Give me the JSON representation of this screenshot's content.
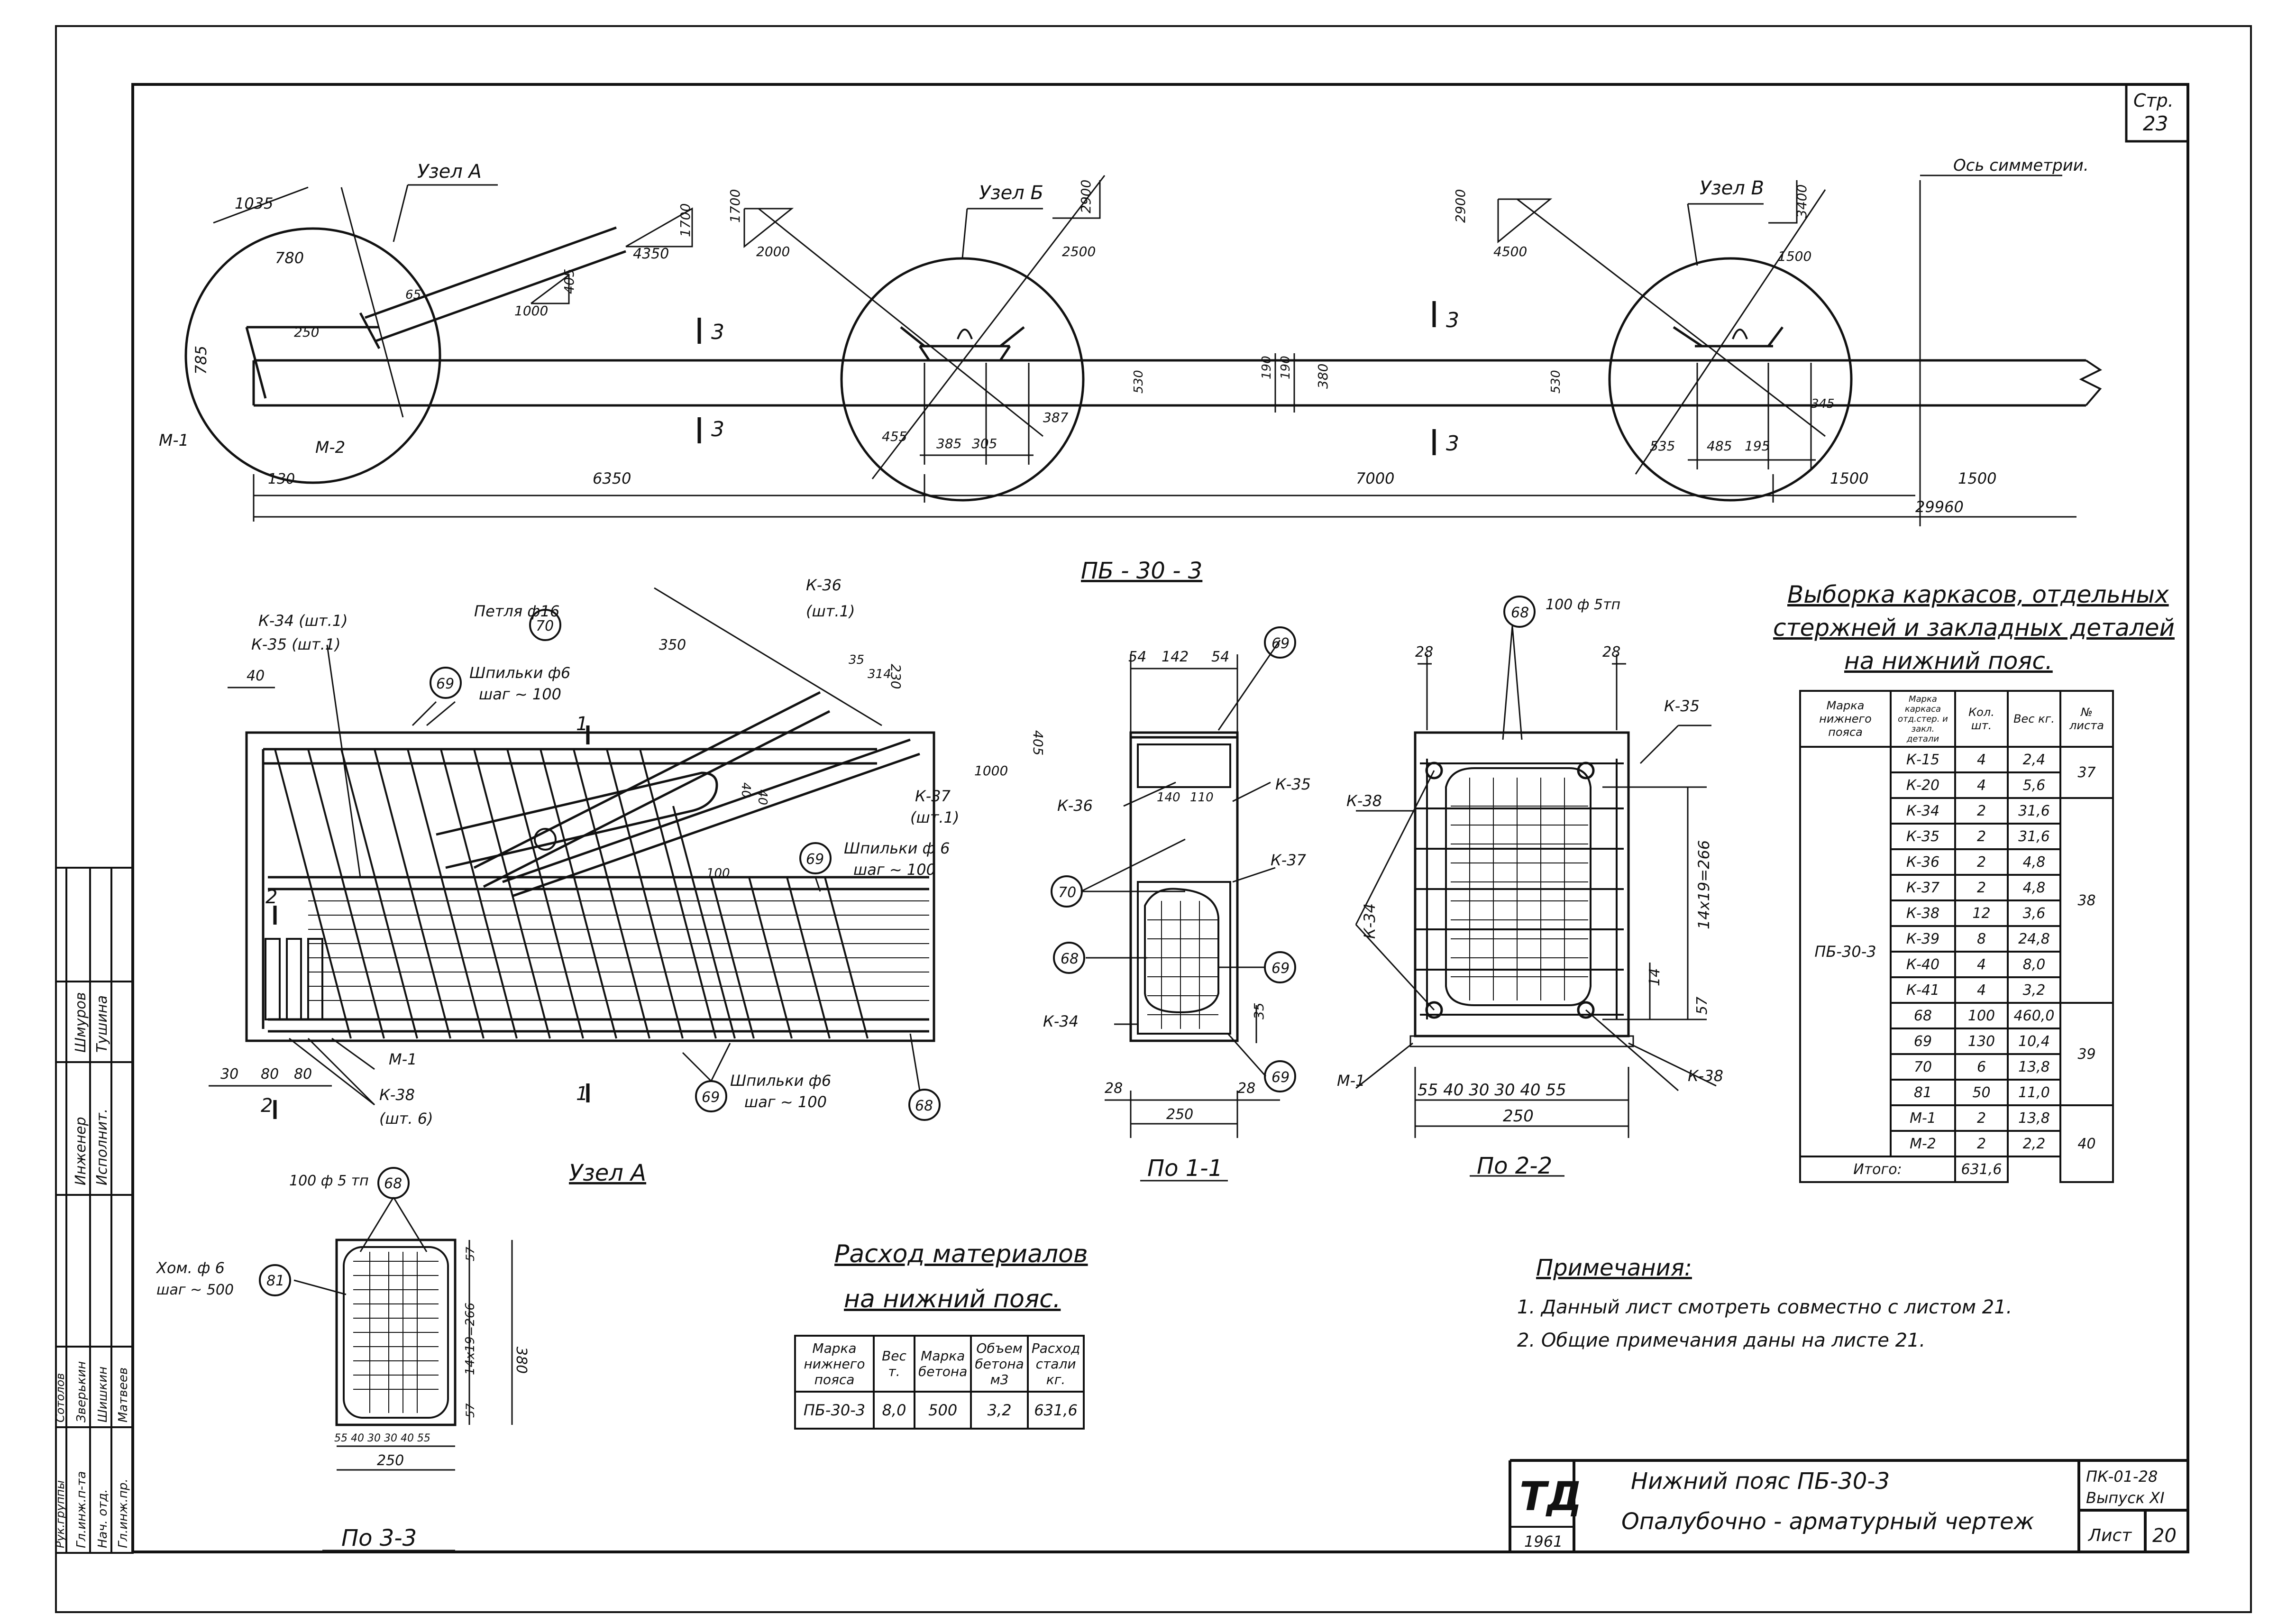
{
  "sheet": {
    "page_label": "Стр.",
    "page_number": "23",
    "title_line1": "Нижний пояс ПБ-30-3",
    "title_line2": "Опалубочно - арматурный чертеж",
    "code": "ПК-01-28",
    "issue": "Выпуск XI",
    "sheet_label": "Лист",
    "sheet_number": "20",
    "logo": "ТД",
    "year": "1961"
  },
  "stamp": {
    "rows": [
      {
        "role": "Инженер",
        "name": "Шмуров"
      },
      {
        "role": "Исполнит.",
        "name": "Тушина"
      },
      {
        "role": "Гл.инж.п-та",
        "name": "Зверькин"
      },
      {
        "role": "Нач. отд.",
        "name": "Шишкин"
      },
      {
        "role": "Гл.инж.пр.",
        "name": "Матвеев"
      },
      {
        "role": "Рук.группы",
        "name": "Сотолов"
      }
    ]
  },
  "elevation": {
    "node_a": "Узел А",
    "node_b": "Узел Б",
    "node_v": "Узел В",
    "axis_label": "Ось симметрии.",
    "section_mark": "3",
    "m1": "М-1",
    "m2": "М-2",
    "dims": {
      "d1035": "1035",
      "d780": "780",
      "d785": "785",
      "d250": "250",
      "d65": "65",
      "d1700a": "1700",
      "d4350": "4350",
      "d405": "405",
      "d1000": "1000",
      "d1700b": "1700",
      "d2000": "2000",
      "d2900a": "2900",
      "d2500": "2500",
      "d2900b": "2900",
      "d4500": "4500",
      "d3400": "3400",
      "d1500s": "1500",
      "d455": "455",
      "d385": "385",
      "d305": "305",
      "d387": "387",
      "d530a": "530",
      "d190a": "190",
      "d190b": "190",
      "d380": "380",
      "d530b": "530",
      "d535": "535",
      "d485": "485",
      "d195": "195",
      "d345": "345",
      "d130": "130",
      "d6350": "6350",
      "d7000": "7000",
      "d1500a": "1500",
      "d1500b": "1500",
      "d29960": "29960"
    }
  },
  "node_a_detail": {
    "title": "Узел А",
    "k34": "К-34 (шт.1)",
    "k35": "К-35 (шт.1)",
    "loop": "Петля ф16",
    "pins_top": "Шпильки ф6",
    "pins_top_step": "шаг ~ 100",
    "k36": "К-36",
    "k36_qty": "(шт.1)",
    "k37": "К-37",
    "k37_qty": "(шт.1)",
    "pins_mid": "Шпильки ф 6",
    "pins_mid_step": "шаг ~ 100",
    "pins_bot": "Шпильки ф6",
    "pins_bot_step": "шаг ~ 100",
    "m1": "М-1",
    "k38": "К-38",
    "k38_qty": "(шт. 6)",
    "c69a": "69",
    "c70": "70",
    "c69b": "69",
    "c69c": "69",
    "c68": "68",
    "d40": "40",
    "d350": "350",
    "d35": "35",
    "d314": "314",
    "d230": "230",
    "d405": "405",
    "d1000": "1000",
    "d40b": "40",
    "d40c": "40",
    "d100": "100",
    "d30": "30",
    "d80": "80",
    "d80b": "80",
    "sec1": "1",
    "sec2": "2"
  },
  "sec33": {
    "title": "По 3-3",
    "rebar": "100 ф 5 тп",
    "c68": "68",
    "clamp": "Хом. ф 6",
    "clamp_step": "шаг ~ 500",
    "c81": "81",
    "d57a": "57",
    "d266": "14x19=266",
    "d57b": "57",
    "d380": "380",
    "dims_bottom": "55 40 30 30 40 55",
    "d250": "250"
  },
  "sec11": {
    "header": "ПБ - 30 - 3",
    "title": "По 1-1",
    "d54a": "54",
    "d142": "142",
    "d54b": "54",
    "d140": "140",
    "d110": "110",
    "k36": "К-36",
    "k35": "К-35",
    "k37": "К-37",
    "k34": "К-34",
    "c69a": "69",
    "c70": "70",
    "c68": "68",
    "c69b": "69",
    "c69c": "69",
    "d35": "35",
    "d28a": "28",
    "d28b": "28",
    "d250": "250"
  },
  "sec22": {
    "title": "По 2-2",
    "rebar": "100 ф 5тп",
    "c68": "68",
    "k35": "К-35",
    "k38a": "К-38",
    "k34": "К-34",
    "m1": "М-1",
    "k38b": "К-38",
    "d28a": "28",
    "d28b": "28",
    "d266": "14x19=266",
    "d14": "14",
    "d57": "57",
    "dims_bottom": "55 40 30 30 40 55",
    "d250": "250"
  },
  "materials": {
    "title": "Расход материалов",
    "subtitle": "на нижний пояс.",
    "headers": [
      "Марка нижнего пояса",
      "Вес т.",
      "Марка бетона",
      "Объем бетона м3",
      "Расход стали кг."
    ],
    "row": [
      "ПБ-30-3",
      "8,0",
      "500",
      "3,2",
      "631,6"
    ]
  },
  "selection": {
    "title_line1": "Выборка каркасов, отдельных",
    "title_line2": "стержней и закладных деталей",
    "title_line3": "на нижний пояс.",
    "headers": [
      "Марка нижнего пояса",
      "Марка каркаса отд.стер. и закл. детали",
      "Кол. шт.",
      "Вес кг.",
      "№ листа"
    ],
    "mark": "ПБ-30-3",
    "rows": [
      [
        "К-15",
        "4",
        "2,4"
      ],
      [
        "К-20",
        "4",
        "5,6"
      ],
      [
        "К-34",
        "2",
        "31,6"
      ],
      [
        "К-35",
        "2",
        "31,6"
      ],
      [
        "К-36",
        "2",
        "4,8"
      ],
      [
        "К-37",
        "2",
        "4,8"
      ],
      [
        "К-38",
        "12",
        "3,6"
      ],
      [
        "К-39",
        "8",
        "24,8"
      ],
      [
        "К-40",
        "4",
        "8,0"
      ],
      [
        "К-41",
        "4",
        "3,2"
      ],
      [
        "68",
        "100",
        "460,0"
      ],
      [
        "69",
        "130",
        "10,4"
      ],
      [
        "70",
        "6",
        "13,8"
      ],
      [
        "81",
        "50",
        "11,0"
      ],
      [
        "М-1",
        "2",
        "13,8"
      ],
      [
        "М-2",
        "2",
        "2,2"
      ]
    ],
    "sheets": [
      "37",
      "38",
      "39",
      "40"
    ],
    "total_label": "Итого:",
    "total": "631,6"
  },
  "notes": {
    "title": "Примечания:",
    "items": [
      "1. Данный лист смотреть совместно с листом 21.",
      "2. Общие примечания даны на листе 21."
    ]
  }
}
